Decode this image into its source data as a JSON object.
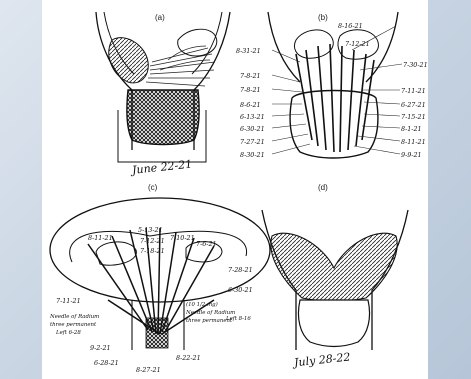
{
  "panels": {
    "a": {
      "label": "(a)",
      "date": "June 22-21"
    },
    "b": {
      "label": "(b)",
      "left_dates": [
        "8-31-21",
        "7-8-21",
        "7-8-21",
        "8-6-21",
        "6-13-21",
        "6-30-21",
        "7-27-21",
        "8-30-21"
      ],
      "right_dates": [
        "8-16-21",
        "7-12-21",
        "7-30-21",
        "7-11-21",
        "6-27-21",
        "7-15-21",
        "8-1-21",
        "8-11-21",
        "9-9-21"
      ]
    },
    "c": {
      "label": "(c)",
      "top_dates": [
        "8-11-21",
        "5-13-21",
        "7-12-21",
        "7-18-21",
        "7-10-21",
        "7-6-21",
        "7-28-21",
        "6-30-21"
      ],
      "left_date": "7-11-21",
      "bottom_dates": [
        "9-2-21",
        "6-28-21",
        "8-27-21",
        "8-22-21"
      ],
      "note_left": [
        "Needle of Radium",
        "three permanent",
        "Left 6-28"
      ],
      "note_right": [
        "(10 1/2 mg)",
        "Needle of Radium",
        "three permanent",
        "Left 8-16"
      ]
    },
    "d": {
      "label": "(d)",
      "date": "July 28-22"
    }
  }
}
